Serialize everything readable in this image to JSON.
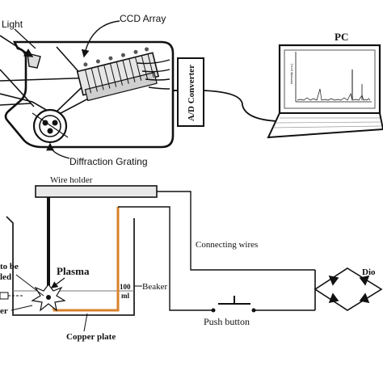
{
  "spectrometer": {
    "light_label": "Light",
    "ccd_label": "CCD Array",
    "grating_label": "Diffraction Grating",
    "converter_label": "A/D Converter"
  },
  "computer": {
    "label": "PC",
    "axis_label": "Intensity (a.u.)"
  },
  "circuit": {
    "wire_holder_label": "Wire holder",
    "connecting_wires_label": "Connecting wires",
    "push_button_label": "Push button",
    "diode_label": "Dio",
    "plasma_label": "Plasma",
    "beaker_label": "Beaker",
    "volume_top": "100",
    "volume_unit": "ml",
    "copper_plate_label": "Copper plate",
    "sample_label_line1": "to be",
    "sample_label_line2": "led",
    "left_label": "er"
  }
}
